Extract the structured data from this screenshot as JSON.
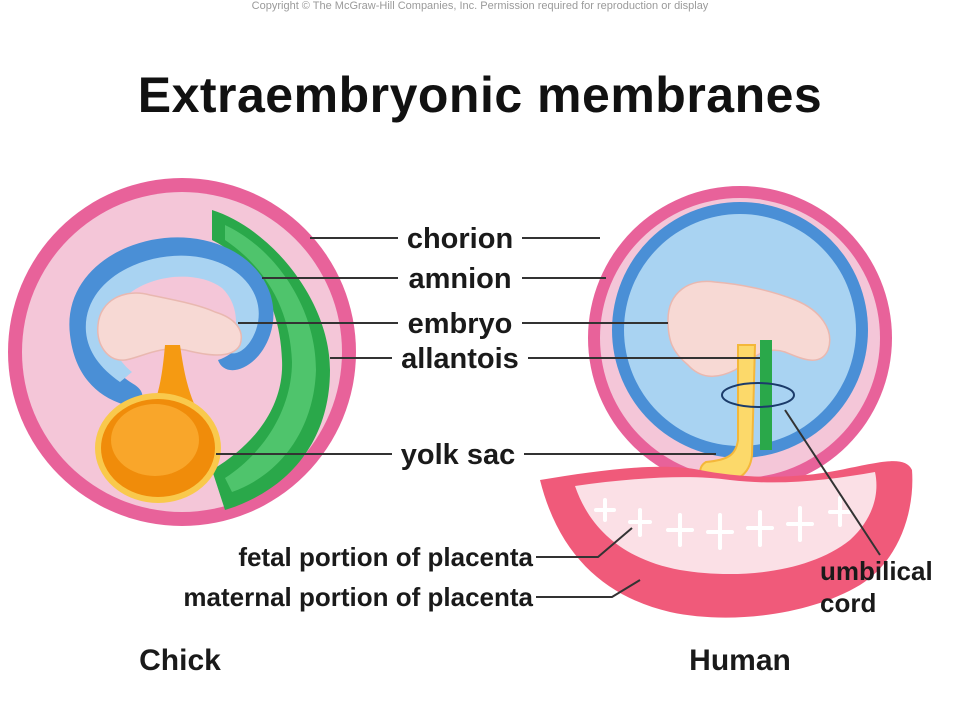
{
  "copyright": "Copyright © The McGraw-Hill Companies, Inc. Permission required for reproduction or display",
  "title": "Extraembryonic membranes",
  "labels": {
    "chorion": "chorion",
    "amnion": "amnion",
    "embryo": "embryo",
    "allantois": "allantois",
    "yolk_sac": "yolk sac",
    "fetal_placenta": "fetal portion of placenta",
    "maternal_placenta": "maternal portion of placenta",
    "umbilical_line1": "umbilical",
    "umbilical_line2": "cord"
  },
  "captions": {
    "chick": "Chick",
    "human": "Human"
  },
  "colors": {
    "chorion": "#e8629a",
    "chorion_fill": "#f2b8cf",
    "amnion": "#4a8fd6",
    "amnion_fill": "#a9d3f2",
    "embryo": "#f7d9d4",
    "allantois": "#2aa84a",
    "allantois_fill": "#3cb95a",
    "yolk": "#f59a12",
    "yolk_light": "#fcd96a",
    "placenta": "#f05a7a",
    "placenta_light": "#fbe0e6"
  }
}
